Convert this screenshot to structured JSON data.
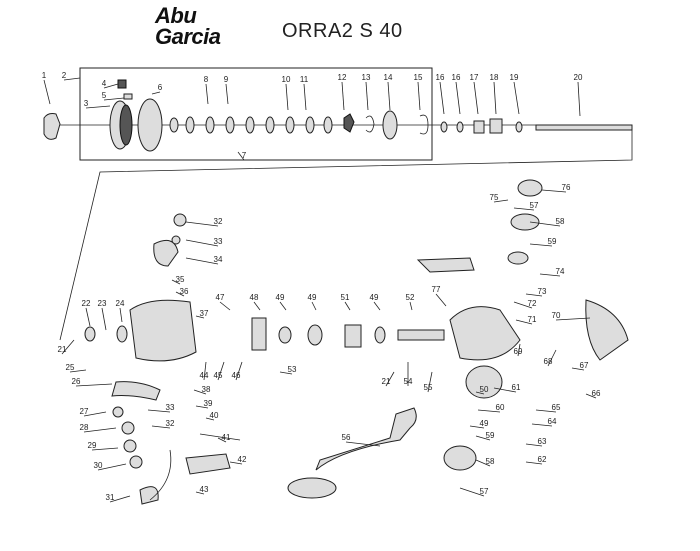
{
  "brand": {
    "line1": "Abu",
    "line2": "Garcia"
  },
  "model": "ORRA2 S 40",
  "parts": [
    {
      "n": "1"
    },
    {
      "n": "2"
    },
    {
      "n": "3"
    },
    {
      "n": "4"
    },
    {
      "n": "5"
    },
    {
      "n": "6"
    },
    {
      "n": "7"
    },
    {
      "n": "8"
    },
    {
      "n": "9"
    },
    {
      "n": "10"
    },
    {
      "n": "11"
    },
    {
      "n": "12"
    },
    {
      "n": "13"
    },
    {
      "n": "14"
    },
    {
      "n": "15"
    },
    {
      "n": "16"
    },
    {
      "n": "16"
    },
    {
      "n": "17"
    },
    {
      "n": "18"
    },
    {
      "n": "19"
    },
    {
      "n": "20"
    },
    {
      "n": "21"
    },
    {
      "n": "21"
    },
    {
      "n": "22"
    },
    {
      "n": "23"
    },
    {
      "n": "24"
    },
    {
      "n": "25"
    },
    {
      "n": "26"
    },
    {
      "n": "27"
    },
    {
      "n": "28"
    },
    {
      "n": "29"
    },
    {
      "n": "30"
    },
    {
      "n": "31"
    },
    {
      "n": "32"
    },
    {
      "n": "32"
    },
    {
      "n": "33"
    },
    {
      "n": "33"
    },
    {
      "n": "34"
    },
    {
      "n": "35"
    },
    {
      "n": "36"
    },
    {
      "n": "37"
    },
    {
      "n": "38"
    },
    {
      "n": "39"
    },
    {
      "n": "40"
    },
    {
      "n": "41"
    },
    {
      "n": "42"
    },
    {
      "n": "43"
    },
    {
      "n": "44"
    },
    {
      "n": "45"
    },
    {
      "n": "46"
    },
    {
      "n": "47"
    },
    {
      "n": "48"
    },
    {
      "n": "49"
    },
    {
      "n": "49"
    },
    {
      "n": "49"
    },
    {
      "n": "49"
    },
    {
      "n": "50"
    },
    {
      "n": "51"
    },
    {
      "n": "52"
    },
    {
      "n": "53"
    },
    {
      "n": "54"
    },
    {
      "n": "55"
    },
    {
      "n": "56"
    },
    {
      "n": "57"
    },
    {
      "n": "57"
    },
    {
      "n": "58"
    },
    {
      "n": "58"
    },
    {
      "n": "59"
    },
    {
      "n": "59"
    },
    {
      "n": "60"
    },
    {
      "n": "61"
    },
    {
      "n": "62"
    },
    {
      "n": "63"
    },
    {
      "n": "64"
    },
    {
      "n": "65"
    },
    {
      "n": "66"
    },
    {
      "n": "67"
    },
    {
      "n": "68"
    },
    {
      "n": "69"
    },
    {
      "n": "70"
    },
    {
      "n": "71"
    },
    {
      "n": "72"
    },
    {
      "n": "73"
    },
    {
      "n": "74"
    },
    {
      "n": "75"
    },
    {
      "n": "76"
    },
    {
      "n": "77"
    }
  ]
}
